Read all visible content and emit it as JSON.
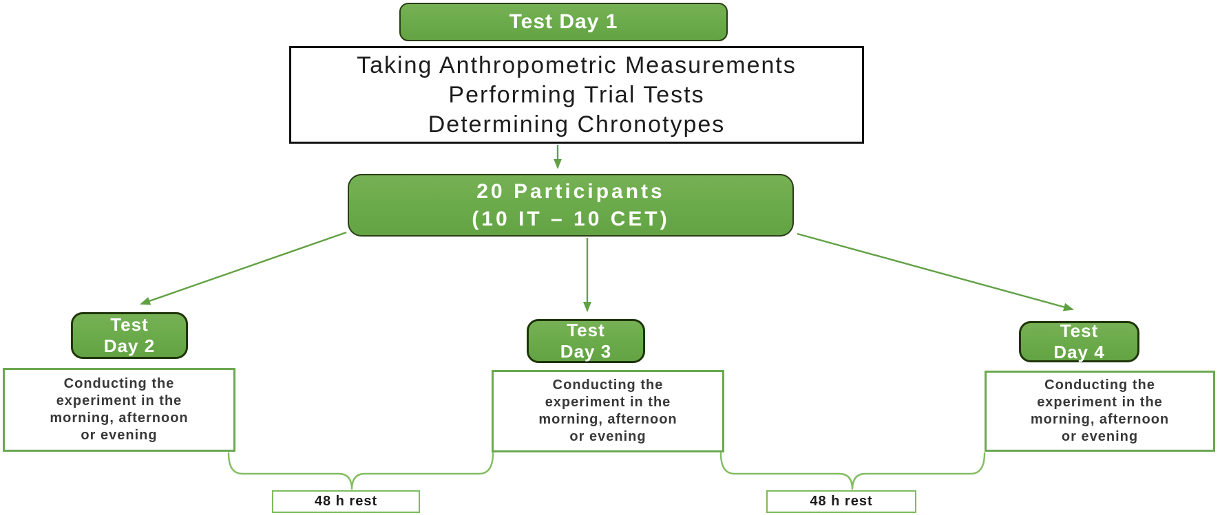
{
  "palette": {
    "box_green": "#6aaa4a",
    "box_border_dark": "#2a3b17",
    "connector_green": "#61a144",
    "brace_green": "#82bd60",
    "experiment_border_green": "#6aa84f",
    "black_border": "#111111",
    "text_white": "#ffffff",
    "text_dark": "#383838"
  },
  "flowchart": {
    "test_day_1": {
      "label": "Test Day 1"
    },
    "day1_activities": {
      "lines": [
        "Taking Anthropometric Measurements",
        "Performing Trial Tests",
        "Determining Chronotypes"
      ]
    },
    "participants": {
      "lines": [
        "20 Participants",
        "(10 IT – 10 CET)"
      ]
    },
    "branches": [
      {
        "day": [
          "Test",
          "Day 2"
        ],
        "desc": [
          "Conducting the",
          "experiment in the",
          "morning, afternoon",
          "or evening"
        ]
      },
      {
        "day": [
          "Test",
          "Day 3"
        ],
        "desc": [
          "Conducting the",
          "experiment in the",
          "morning, afternoon",
          "or evening"
        ]
      },
      {
        "day": [
          "Test",
          "Day 4"
        ],
        "desc": [
          "Conducting the",
          "experiment in the",
          "morning, afternoon",
          "or evening"
        ]
      }
    ],
    "rests": [
      {
        "label": "48 h rest"
      },
      {
        "label": "48 h rest"
      }
    ]
  }
}
